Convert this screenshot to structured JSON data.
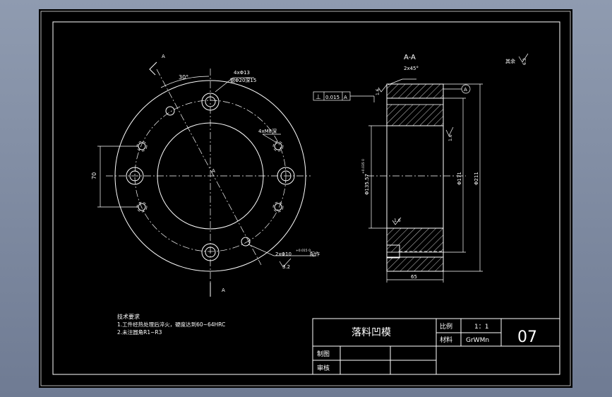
{
  "drawing": {
    "background_color": "#000000",
    "line_color": "#ffffff",
    "front_view": {
      "section_mark_top": "A",
      "section_mark_bottom": "A",
      "center_label": "A",
      "angle_label": "30°",
      "holes_callout_top_line1": "4xΦ13",
      "holes_callout_top_line2": "锪Φ20深15",
      "thread_callout": "4xM8深",
      "height_dimension": "70",
      "pin_hole_callout": "2xΦ10",
      "pin_hole_tol": "+0.015 0",
      "pin_hole_suffix": "配作",
      "roughness_value": "3.2"
    },
    "section_view": {
      "title": "A-A",
      "chamfer_label": "2x45°",
      "flatness_symbol": "⊥",
      "flatness_value": "0.015",
      "datum_ref": "A",
      "datum_label": "A",
      "roughness_top": "1.6",
      "roughness_right": "1.6",
      "roughness_bottom": "1.6",
      "inner_dia_label": "Φ135.57",
      "inner_dia_tol": "+0.035 0",
      "dia_171": "Φ171",
      "dia_211": "Φ211",
      "width_dimension": "65"
    },
    "other_roughness_prefix": "其余",
    "other_roughness_value": "6.3",
    "tech_requirements": {
      "title": "技术要求",
      "line1": "1.工件经热处理后淬火，硬度达到60~64HRC",
      "line2": "2.未注圆角R1~R3"
    },
    "title_block": {
      "part_name": "落料凹模",
      "scale_label": "比例",
      "scale_value": "1：1",
      "material_label": "材料",
      "material_value": "GrWMn",
      "drawing_number": "07",
      "drawn_by_label": "制图",
      "checked_by_label": "审核"
    }
  }
}
